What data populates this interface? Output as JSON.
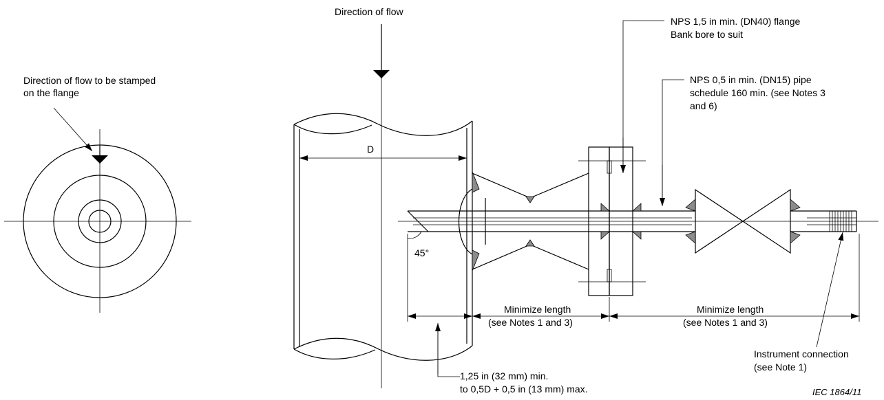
{
  "labels": {
    "direction_of_flow": "Direction of flow",
    "stamp_line1": "Direction of flow to be stamped",
    "stamp_line2": "on the flange",
    "flange_line1": "NPS 1,5 in min. (DN40) flange",
    "flange_line2": "Bank bore to suit",
    "pipe_line1": "NPS 0,5 in min. (DN15) pipe",
    "pipe_line2": "schedule 160 min. (see Notes 3",
    "pipe_line3": "and 6)",
    "diameter": "D",
    "angle": "45°",
    "minimize_left_line1": "Minimize length",
    "minimize_left_line2": "(see Notes 1 and 3)",
    "minimize_right_line1": "Minimize length",
    "minimize_right_line2": "(see Notes 1 and 3)",
    "instrument_line1": "Instrument connection",
    "instrument_line2": "(see Note 1)",
    "insertion_line1": "1,25 in (32 mm) min.",
    "insertion_line2": "to 0,5D + 0,5 in (13 mm) max.",
    "figure_ref": "IEC   1864/11"
  }
}
